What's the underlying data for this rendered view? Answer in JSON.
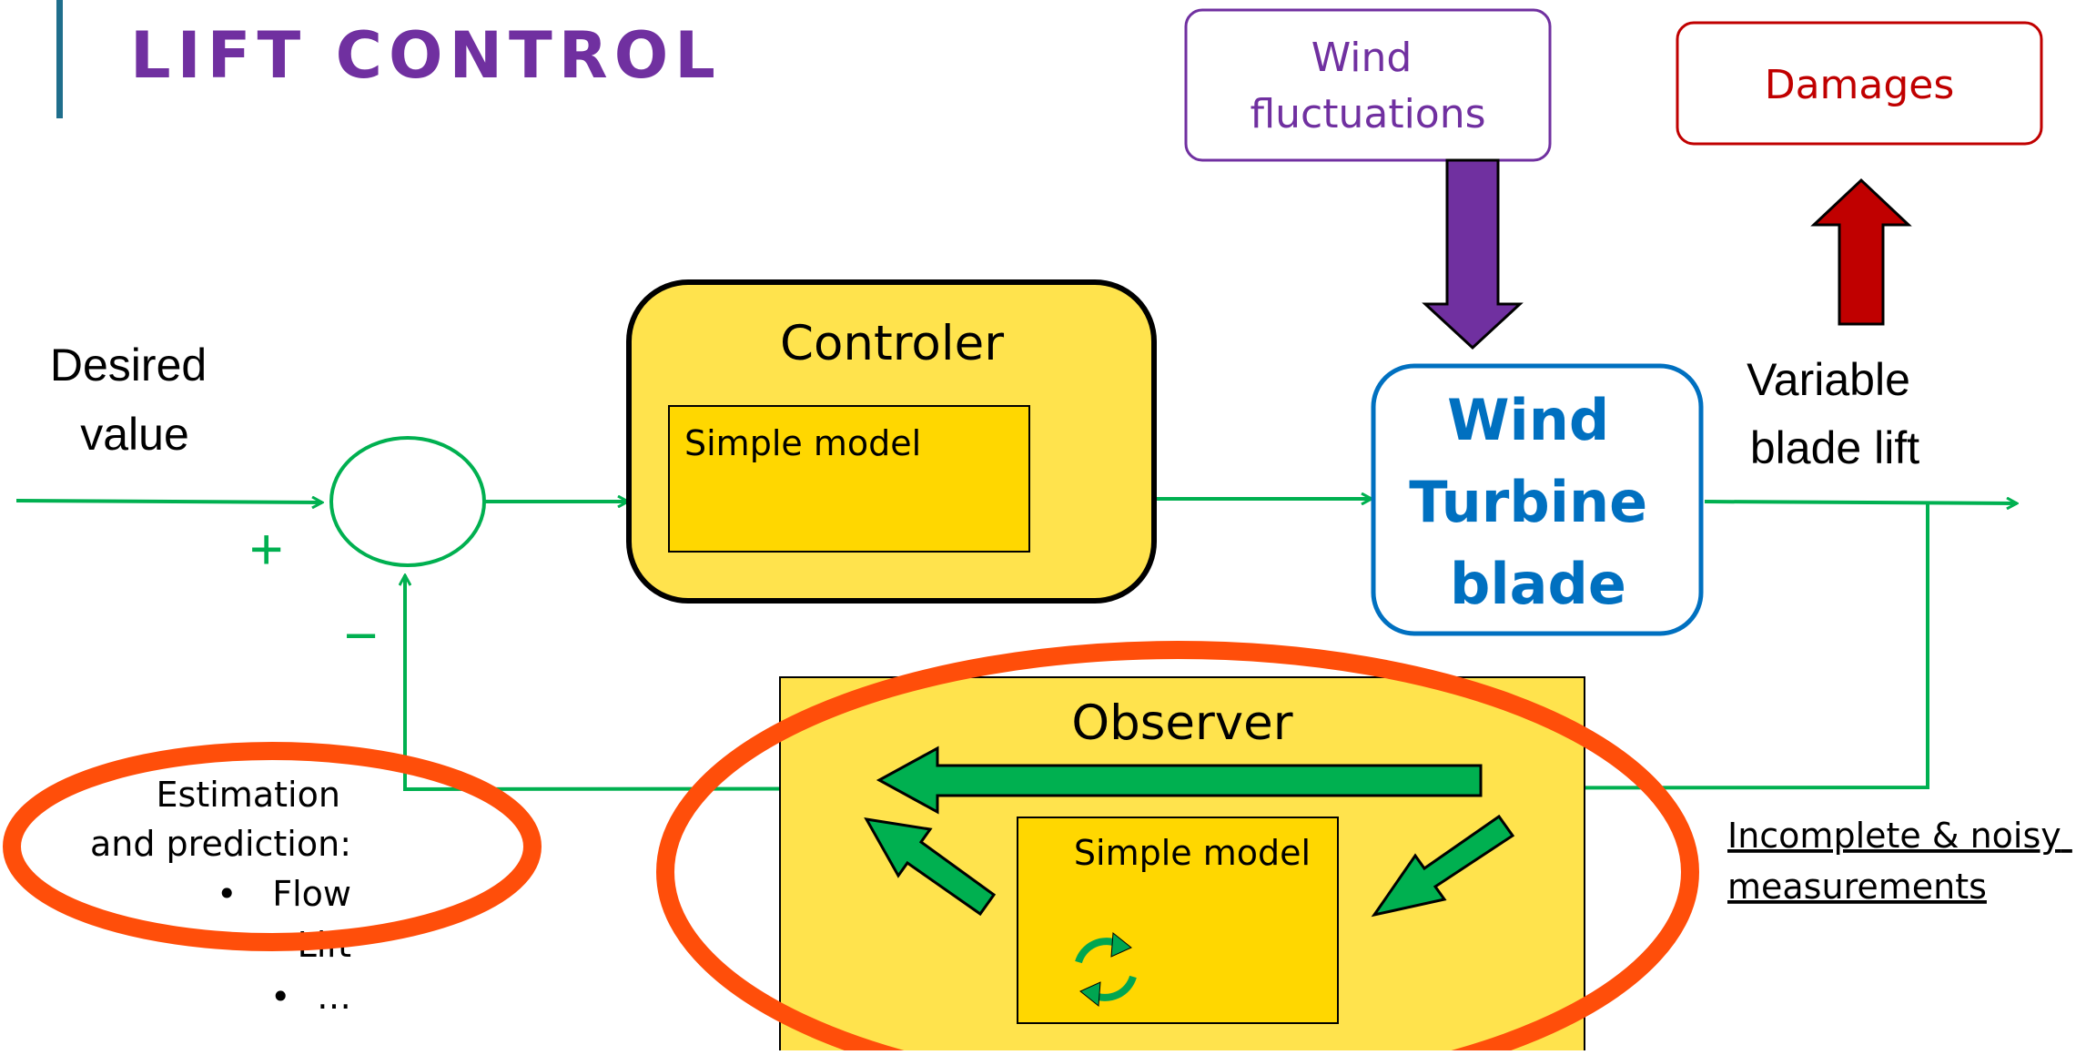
{
  "slide": {
    "title": "LIFT CONTROL"
  },
  "inputs": {
    "desired_value": [
      "Desired",
      "value"
    ],
    "plus_sign": "+",
    "minus_sign": "−"
  },
  "controller": {
    "title": "Controler",
    "model_label": "Simple model"
  },
  "disturbance": {
    "label": [
      "Wind",
      "fluctuations"
    ]
  },
  "damages": {
    "label": "Damages"
  },
  "plant": {
    "label": [
      "Wind",
      "Turbine",
      "blade"
    ]
  },
  "output": {
    "label": [
      "Variable",
      "blade lift"
    ]
  },
  "observer": {
    "title": "Observer",
    "model_label": "Simple model",
    "loop_icon": "refresh-cycle-icon"
  },
  "measurements": {
    "label": [
      "Incomplete & noisy",
      "measurements"
    ]
  },
  "estimation": {
    "heading": [
      "Estimation",
      "and prediction:"
    ],
    "items": [
      "Flow",
      "Lift",
      "…"
    ]
  },
  "colors": {
    "title": "#7030A0",
    "accent_bar": "#1F6E8C",
    "signal_green": "#00B050",
    "arrow_green": "#00A651",
    "yellow_box": "#FFE34D",
    "yellow_inner": "#FFD700",
    "plant_blue": "#0070C0",
    "purple": "#7030A0",
    "damage_red": "#C00000",
    "highlight_orange": "#FF4E0A"
  }
}
